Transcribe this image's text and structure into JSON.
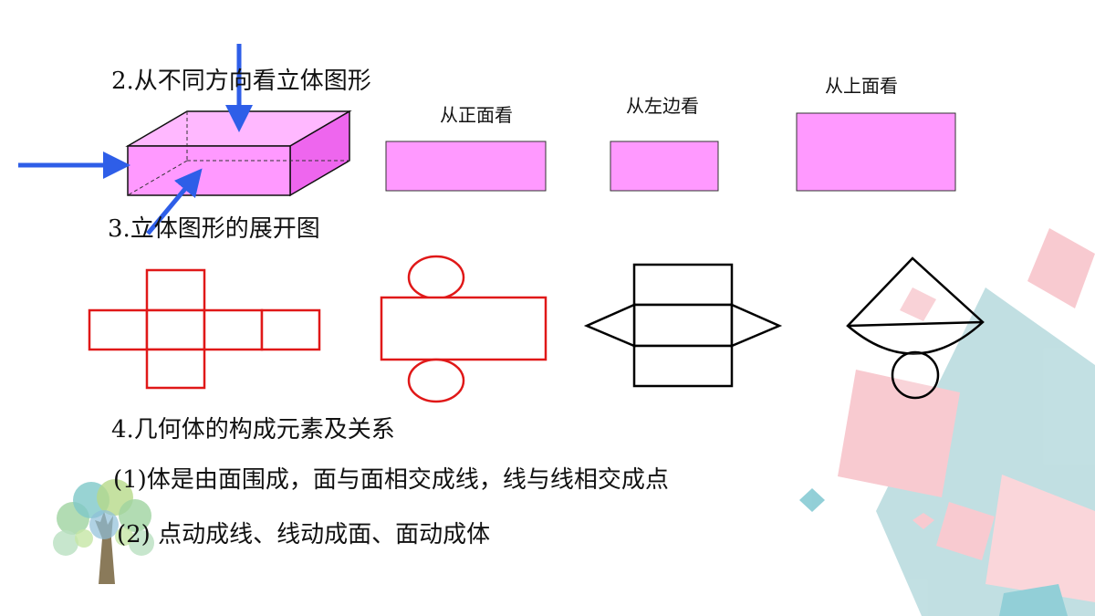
{
  "colors": {
    "magenta_fill": "#ff99ff",
    "magenta_dark": "#ee66ee",
    "arrow_blue": "#2e5ee8",
    "net_red": "#e01818",
    "net_black": "#000000",
    "deco_pink": "#f3a0aa",
    "deco_teal": "#8fc6cc"
  },
  "section2": {
    "heading": "2.从不同方向看立体图形",
    "views": {
      "front": "从正面看",
      "left": "从左边看",
      "top": "从上面看"
    }
  },
  "section3": {
    "heading": "3.立体图形的展开图"
  },
  "section4": {
    "heading": "4.几何体的构成元素及关系",
    "line1": "(1)体是由面围成，面与面相交成线，线与线相交成点",
    "line2": "(2) 点动成线、线动成面、面动成体"
  }
}
